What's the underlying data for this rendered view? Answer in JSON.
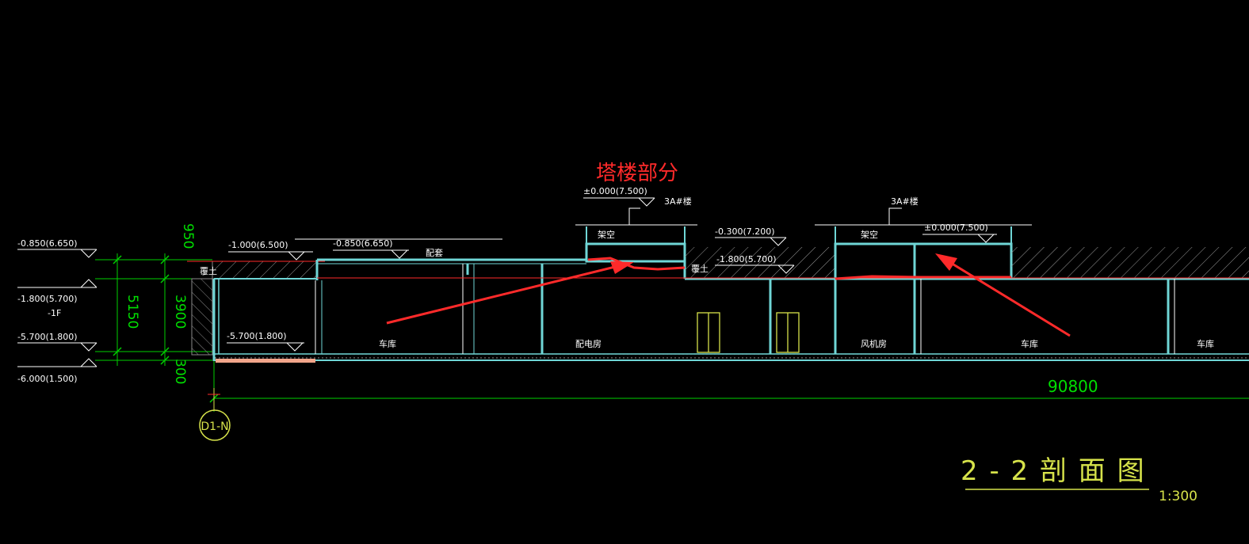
{
  "drawing": {
    "annotation_title": "塔楼部分",
    "section_title": "2 - 2 剖 面 图",
    "scale": "1:300",
    "axis_label": "D1-N",
    "total_dimension": "90800",
    "level_label_1f": "-1F",
    "left_levels": [
      "-0.850(6.650)",
      "-1.800(5.700)",
      "-5.700(1.800)",
      "-6.000(1.500)"
    ],
    "vertical_dims": [
      "950",
      "5150",
      "3900",
      "300"
    ],
    "section_levels": {
      "roof_left": "-1.000(6.500)",
      "roof_mid": "-0.850(6.650)",
      "tower_a_top": "±0.000(7.500)",
      "tower_a_name": "3A#楼",
      "mid_top": "-0.300(7.200)",
      "mid_lower": "-1.800(5.700)",
      "tower_b_name": "3A#楼",
      "tower_b_top": "±0.000(7.500)",
      "floor": "-5.700(1.800)"
    },
    "room_labels": {
      "soil_left": "覆土",
      "lane": "配套",
      "tower_a_room": "架空",
      "soil_mid": "覆土",
      "tower_b_room": "架空",
      "garage_1": "车库",
      "power_room": "配电房",
      "fan_room": "风机房",
      "garage_2": "车库",
      "garage_3": "车库"
    }
  },
  "colors": {
    "background": "#000000",
    "structure": "#6fd6d6",
    "annotation_red": "#ff2a2a",
    "dimension_green": "#00d000",
    "title_yellow": "#d6e24a"
  }
}
